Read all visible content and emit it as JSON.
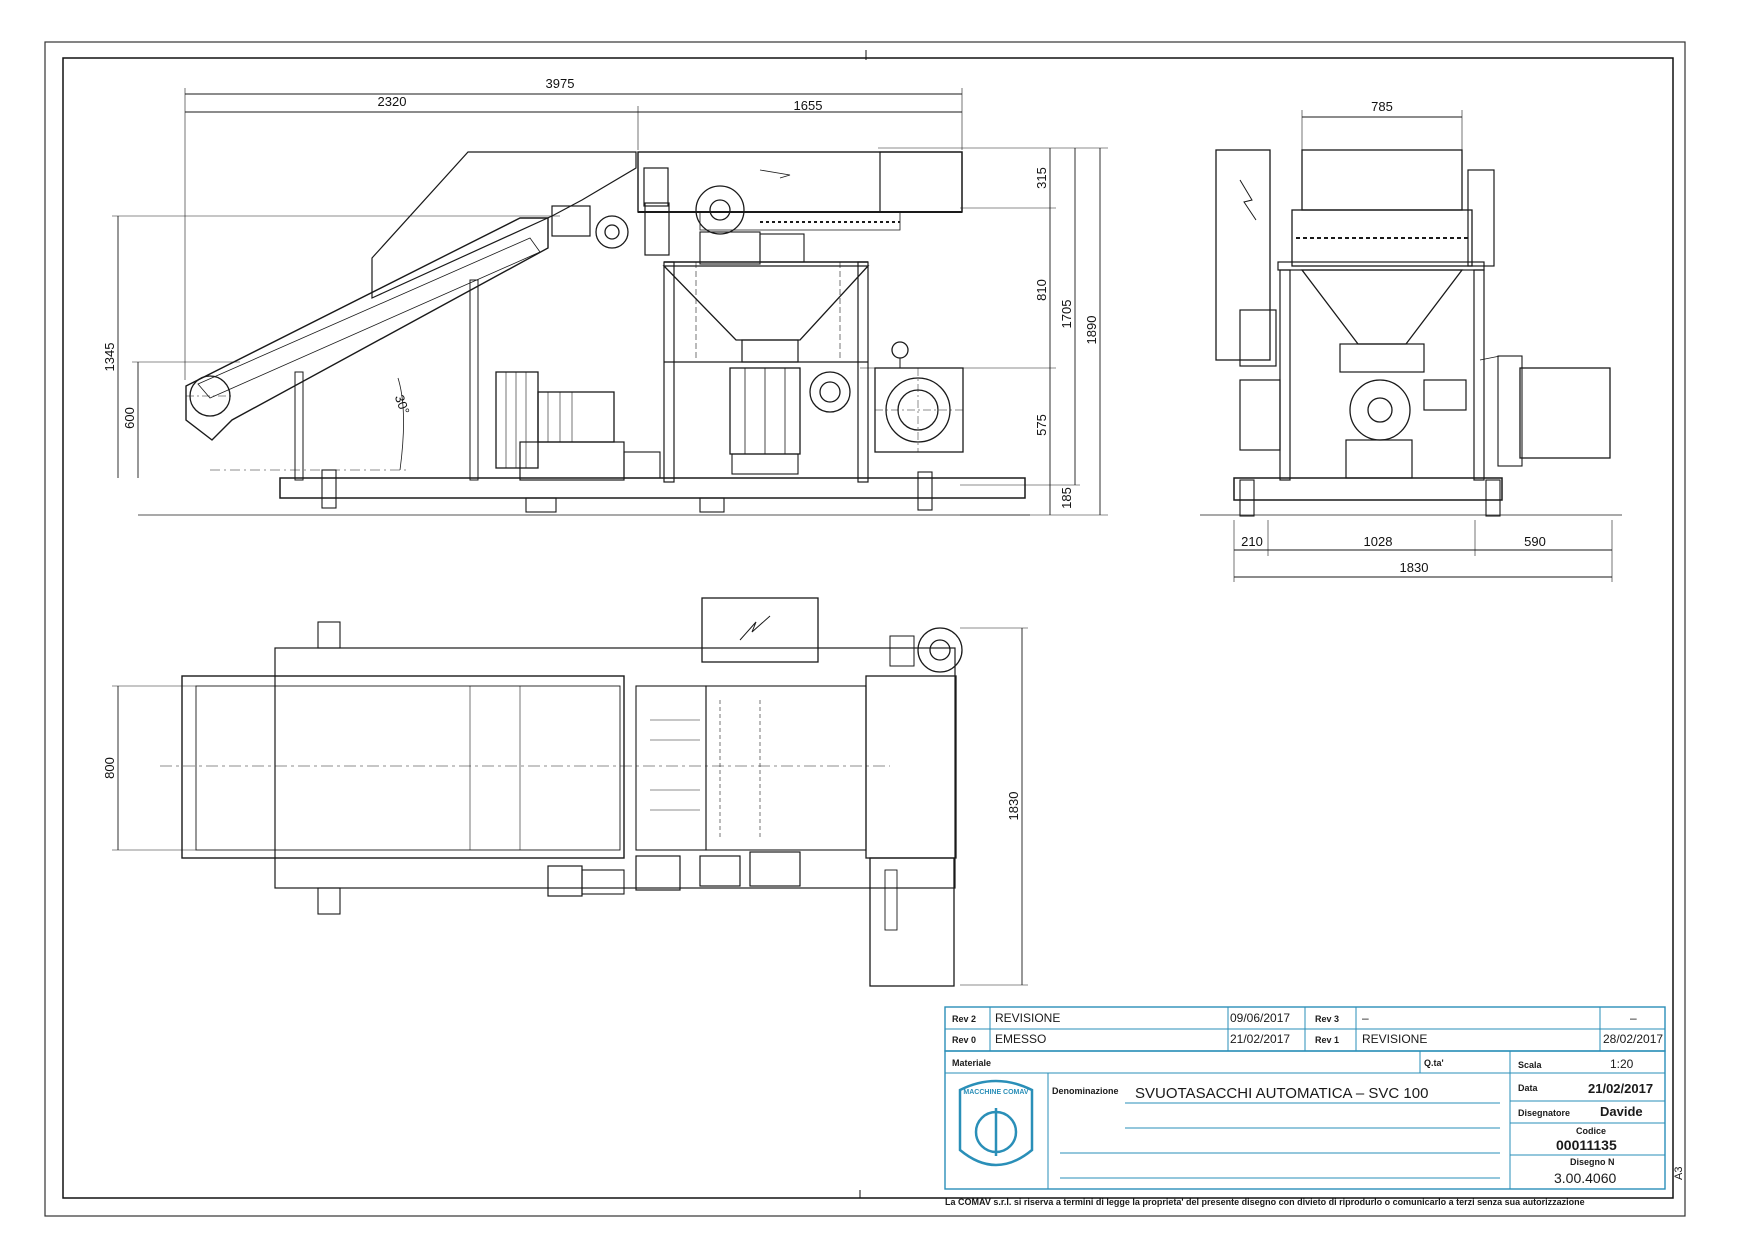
{
  "dimensions": {
    "side_total_length": "3975",
    "side_left_length": "2320",
    "side_right_length": "1655",
    "side_top_segment": "315",
    "side_mid_segment": "810",
    "side_low_segment": "575",
    "side_base_segment": "185",
    "side_height_1705": "1705",
    "side_height_1890": "1890",
    "side_conveyor_height": "1345",
    "side_inlet_height": "600",
    "side_angle": "30°",
    "front_hopper_width": "785",
    "front_left_offset": "210",
    "front_center_width": "1028",
    "front_right_offset": "590",
    "front_total_width": "1830",
    "top_belt_width": "800",
    "top_total_depth": "1830"
  },
  "title_block": {
    "rev2_label": "Rev 2",
    "rev2_desc": "REVISIONE",
    "rev2_date": "09/06/2017",
    "rev3_label": "Rev 3",
    "rev3_desc": "–",
    "rev3_date": "–",
    "rev0_label": "Rev 0",
    "rev0_desc": "EMESSO",
    "rev0_date": "21/02/2017",
    "rev1_label": "Rev 1",
    "rev1_desc": "REVISIONE",
    "rev1_date": "28/02/2017",
    "material_label": "Materiale",
    "qty_label": "Q.ta'",
    "scale_label": "Scala",
    "scale_value": "1:20",
    "denomination_label": "Denominazione",
    "denomination_value": "SVUOTASACCHI AUTOMATICA – SVC 100",
    "date_label": "Data",
    "date_value": "21/02/2017",
    "designer_label": "Disegnatore",
    "designer_value": "Davide",
    "code_label": "Codice",
    "code_value": "00011135",
    "drawing_label": "Disegno N",
    "drawing_value": "3.00.4060",
    "logo_text": "MACCHINE COMAV",
    "copyright": "La COMAV s.r.l. si riserva a termini di legge la proprieta' del presente disegno con divieto di riprodurlo o comunicarlo a terzi senza sua autorizzazione",
    "sheet_size": "A3"
  },
  "colors": {
    "line": "#1a1a1a",
    "title_block": "#2a8fb8",
    "red_values": "#c0203a",
    "scale_yellow": "#d8b400"
  }
}
